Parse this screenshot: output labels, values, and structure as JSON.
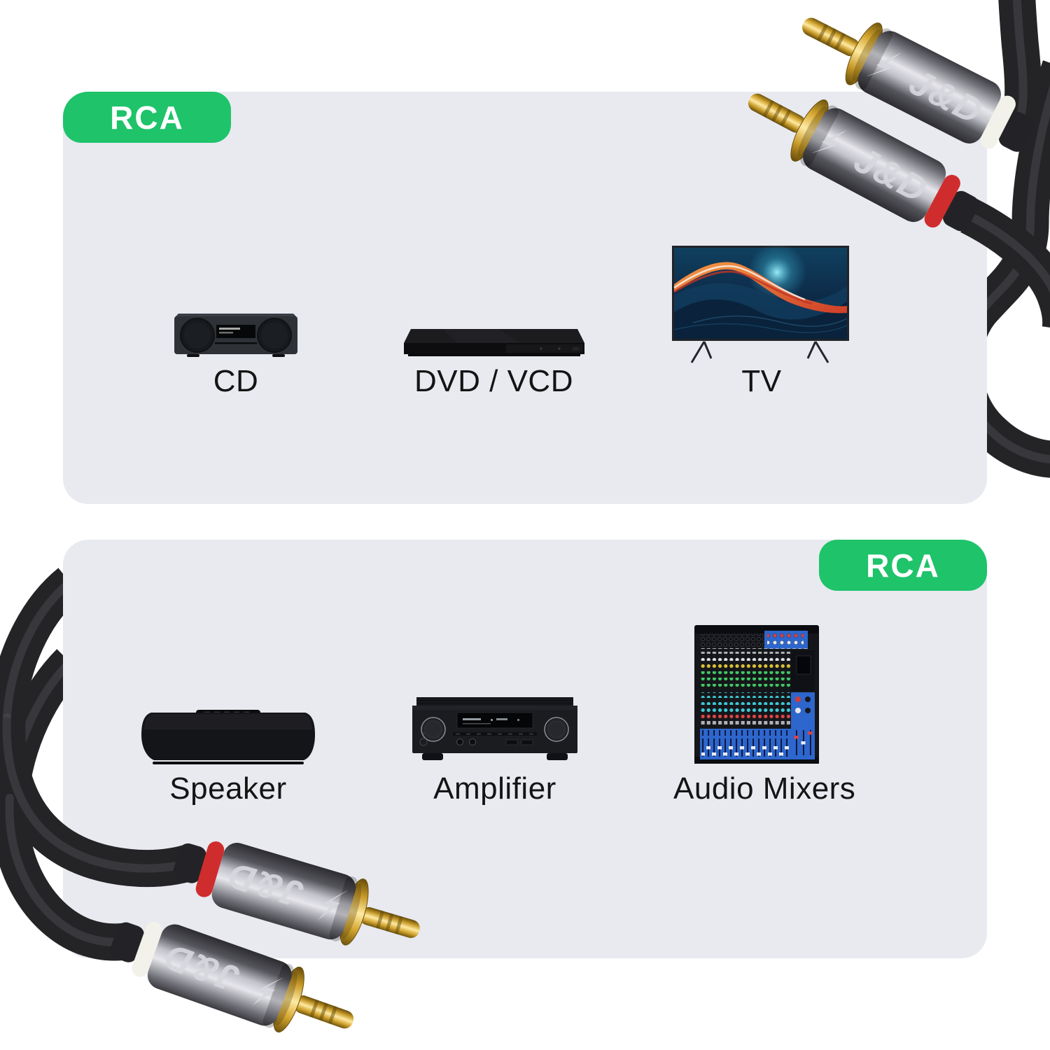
{
  "brand": "J&D",
  "badges": {
    "top": "RCA",
    "bottom": "RCA"
  },
  "panels": {
    "top": {
      "badge_side": "left",
      "items": [
        {
          "label": "CD",
          "illustration": "cd-micro-system"
        },
        {
          "label": "DVD / VCD",
          "illustration": "dvd-player"
        },
        {
          "label": "TV",
          "illustration": "television"
        }
      ]
    },
    "bottom": {
      "badge_side": "right",
      "items": [
        {
          "label": "Speaker",
          "illustration": "portable-speaker"
        },
        {
          "label": "Amplifier",
          "illustration": "av-receiver"
        },
        {
          "label": "Audio Mixers",
          "illustration": "audio-mixer"
        }
      ]
    }
  },
  "connectors": {
    "type": "RCA plugs with gold tips",
    "top_right": [
      {
        "ring": "#f2f1ea"
      },
      {
        "ring": "#cf2d2d"
      }
    ],
    "bottom_left": [
      {
        "ring": "#cf2d2d"
      },
      {
        "ring": "#f2f1ea"
      }
    ]
  },
  "colors": {
    "badge_green": "#1fc36a",
    "panel_bg": "#e8eaf0",
    "page_bg": "#ffffff",
    "cable": "#242427",
    "gold": "#e8c14a",
    "ring_white": "#f2f1ea",
    "ring_red": "#cf2d2d",
    "badge_text": "#ffffff",
    "label_text": "#141414"
  }
}
